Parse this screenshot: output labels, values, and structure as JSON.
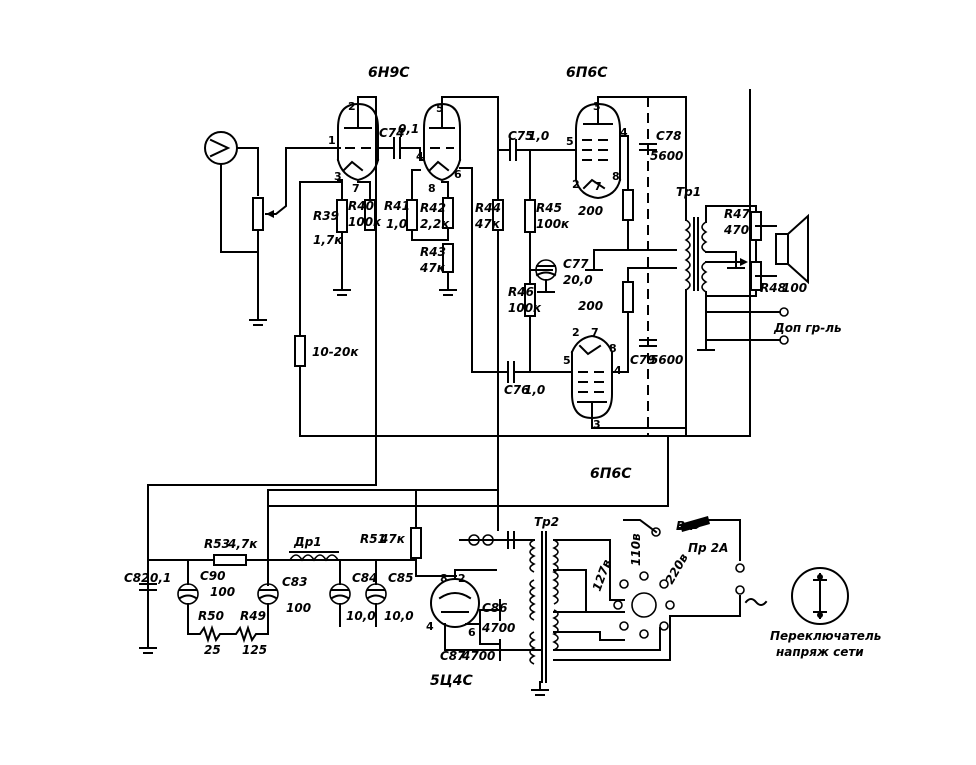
{
  "tubes": {
    "v1": "6Н9С",
    "v2": "6П6С",
    "v3": "6П6С",
    "rect": "5Ц4С"
  },
  "resistors": {
    "r39": "R39",
    "r39v": "1,7к",
    "r40": "R40",
    "r40v": "100к",
    "r41": "R41",
    "r41v": "1,0",
    "r42": "R42",
    "r42v": "2,2к",
    "r43": "R43",
    "r43v": "47к",
    "r44": "R44",
    "r44v": "47к",
    "r45": "R45",
    "r45v": "100к",
    "r46": "R46",
    "r46v": "100к",
    "r47": "R47",
    "r47v": "470",
    "r48": "R48",
    "r48v": "100",
    "rfb": "10-20к",
    "r200a": "200",
    "r200b": "200",
    "r49": "R49",
    "r49v": "125",
    "r50": "R50",
    "r50v": "25",
    "r51": "R51",
    "r51v": "47к",
    "r53": "R53",
    "r53v": "4,7к"
  },
  "capacitors": {
    "c74": "C74",
    "c74v": "0,1",
    "c75": "C75",
    "c75v": "1,0",
    "c76": "C76",
    "c76v": "1,0",
    "c77": "C77",
    "c77v": "20,0",
    "c78": "C78",
    "c78v": "5600",
    "c79": "C79",
    "c79v": "5600",
    "c82": "C82",
    "c82v": "0,1",
    "c83": "C83",
    "c83v": "100",
    "c84": "C84",
    "c84v": "10,0",
    "c85": "C85",
    "c85v": "10,0",
    "c86": "C86",
    "c86v": "4700",
    "c87": "C87",
    "c87v": "4700",
    "c90": "C90",
    "c90v": "100"
  },
  "transformers": {
    "tr1": "Тр1",
    "tr2": "Тр2"
  },
  "choke": "Др1",
  "switch_label": "Вк",
  "fuse_label": "Пр 2А",
  "taps": {
    "t127": "127в",
    "t110": "110в",
    "t220": "220в"
  },
  "extra_speaker": "Доп гр-ль",
  "selector_caption": {
    "line1": "Переключатель",
    "line2": "напряж сети"
  },
  "pins": {
    "v1a": [
      "2",
      "1",
      "3",
      "7"
    ],
    "v1b": [
      "5",
      "4",
      "8",
      "6"
    ],
    "v2": [
      "3",
      "4",
      "5",
      "2",
      "7",
      "8"
    ],
    "v3": [
      "2",
      "7",
      "8",
      "5",
      "4",
      "3"
    ],
    "rect": [
      "8",
      "2",
      "4",
      "6"
    ]
  }
}
